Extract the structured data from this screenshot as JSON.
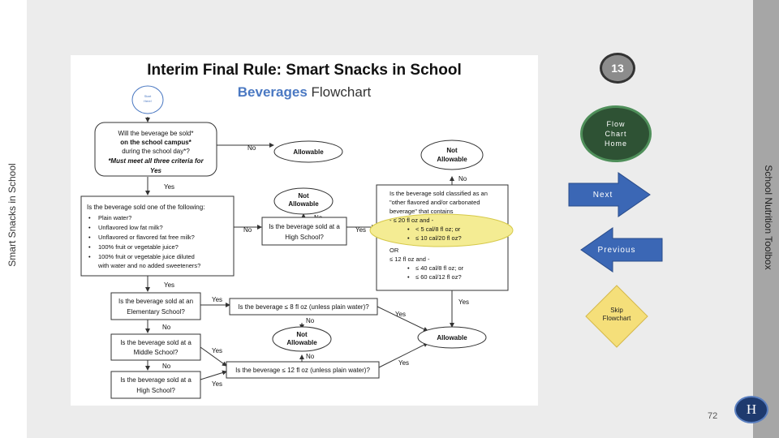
{
  "sidebar_left": {
    "label": "Smart Snacks in School"
  },
  "sidebar_right": {
    "label": "School Nutrition Toolbox"
  },
  "slide_number": "13",
  "page_number": "72",
  "nav": {
    "home_line1": "Flow",
    "home_line2": "Chart",
    "home_line3": "Home",
    "next": "Next",
    "previous": "Previous",
    "skip_line1": "Skip",
    "skip_line2": "Flowchart",
    "h": "H"
  },
  "colors": {
    "home_bg": "#2e5234",
    "arrow_blue": "#3b67b5",
    "skip_yellow": "#f5df7a",
    "highlight": "#f4ec93",
    "title_blue": "#4a78c2"
  },
  "flowchart": {
    "title": "Interim Final Rule: Smart Snacks in School",
    "subtitle_bold": "Beverages",
    "subtitle_rest": " Flowchart",
    "start_line1": "Start",
    "start_line2": "Here!",
    "q1_line1": "Will the beverage be sold*",
    "q1_line2": "on the school campus*",
    "q1_line3": "during the school day*?",
    "q1_line4": "*Must meet all three criteria for",
    "q1_line5": "Yes",
    "allowable": "Allowable",
    "not_word": "Not",
    "allowable_word": "Allowable",
    "no": "No",
    "yes": "Yes",
    "list_title": "Is the beverage sold one of the following:",
    "list_items": [
      "Plain water?",
      "Unflavored low fat milk?",
      "Unflavored or flavored fat free milk?",
      "100% fruit or vegetable juice?",
      "100% fruit or vegetable juice diluted",
      "with water and no added sweeteners?"
    ],
    "hs_q_line1": "Is the beverage sold at a",
    "hs_q_line2": "High School?",
    "cl_line1": "Is the beverage sold classified as an",
    "cl_line2": "\"other flavored and/or carbonated",
    "cl_line3": "beverage\" that contains",
    "cl_line4": "- ≤ 20 fl oz and -",
    "cl_line5": "< 5 cal/8 fl oz; or",
    "cl_line6": "≤ 10 cal/20 fl oz?",
    "cl_line7": "OR",
    "cl_line8": "≤ 12 fl oz and -",
    "cl_line9": "≤ 40 cal/8 fl oz; or",
    "cl_line10": "≤ 60 cal/12 fl oz?",
    "elem_line1": "Is the beverage sold at an",
    "elem_line2": "Elementary School?",
    "q8": "Is the beverage ≤ 8 fl oz (unless plain water)?",
    "mid_line1": "Is the beverage sold at a",
    "mid_line2": "Middle School?",
    "q12": "Is the beverage ≤ 12 fl oz (unless plain water)?",
    "hs2_line1": "Is the beverage sold at a",
    "hs2_line2": "High School?"
  }
}
